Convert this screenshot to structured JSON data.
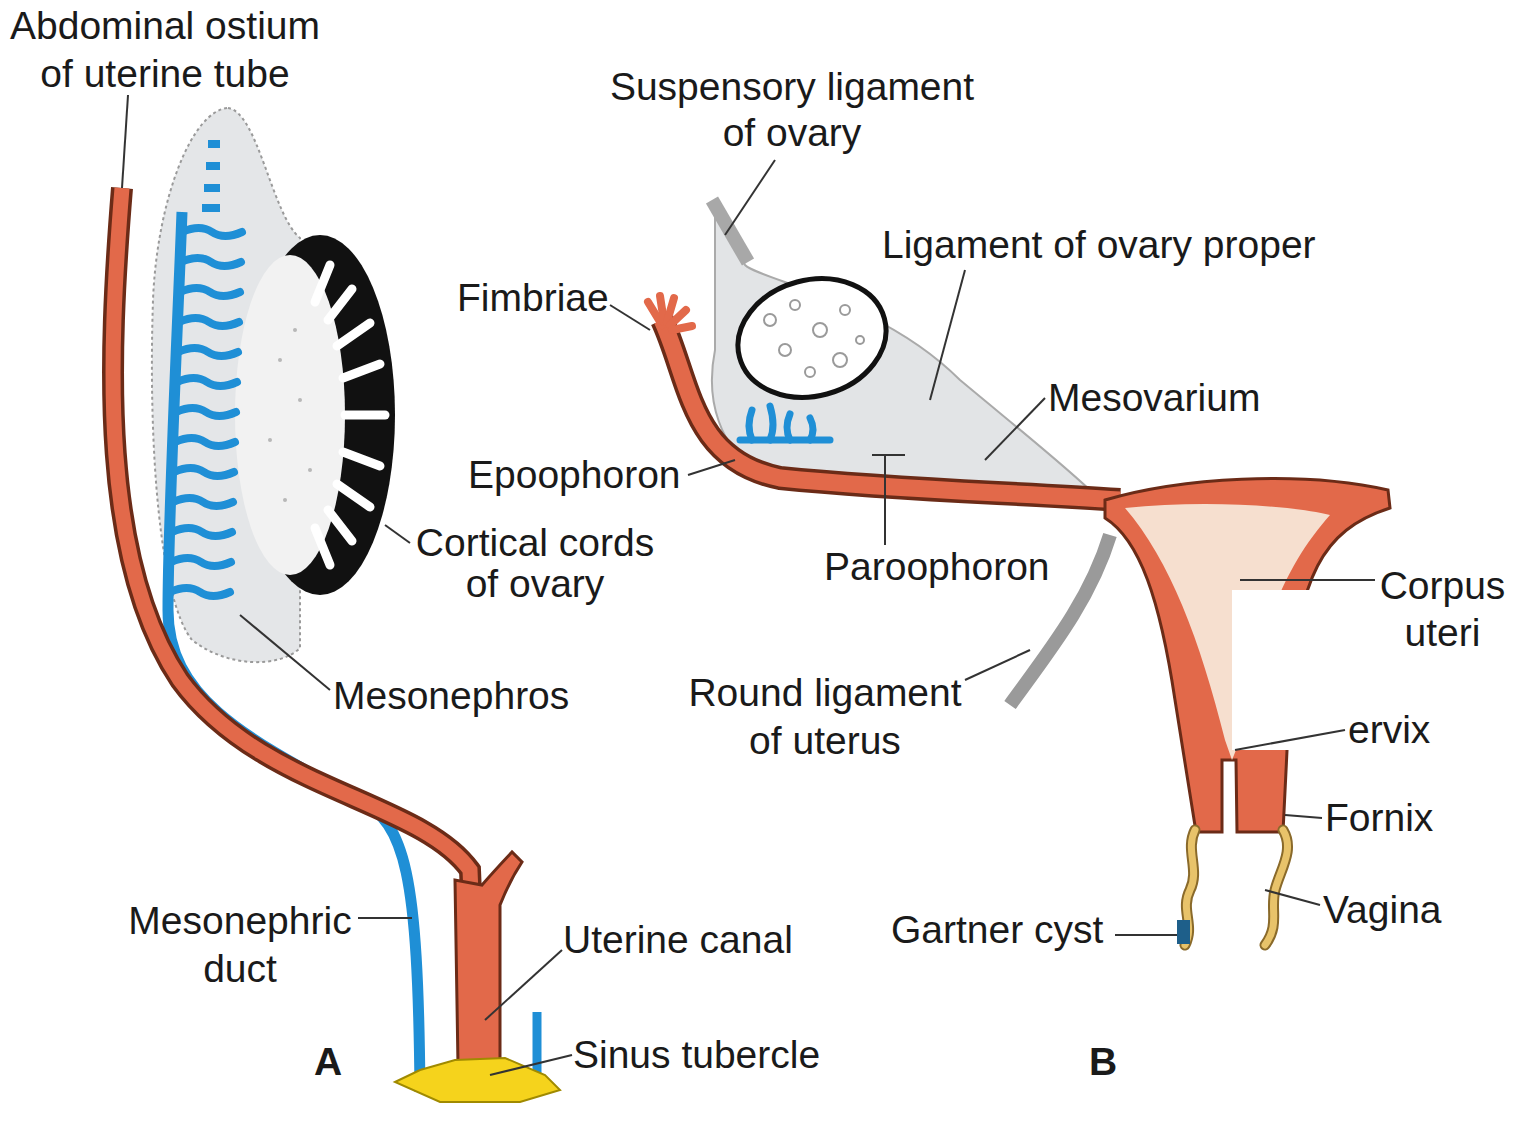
{
  "diagram": {
    "labels": [
      "Abdominal ostium of uterine tube",
      "Suspensory ligament of ovary",
      "Ligament of ovary proper",
      "Fimbriae",
      "Mesovarium",
      "Epoophoron",
      "Cortical cords of ovary",
      "Paroophoron",
      "Corpus uteri",
      "Mesonephros",
      "Round ligament of uterus",
      "ervix",
      "Fornix",
      "Mesonephric duct",
      "Uterine canal",
      "Gartner cyst",
      "Vagina",
      "Sinus tubercle",
      "A",
      "B"
    ]
  }
}
